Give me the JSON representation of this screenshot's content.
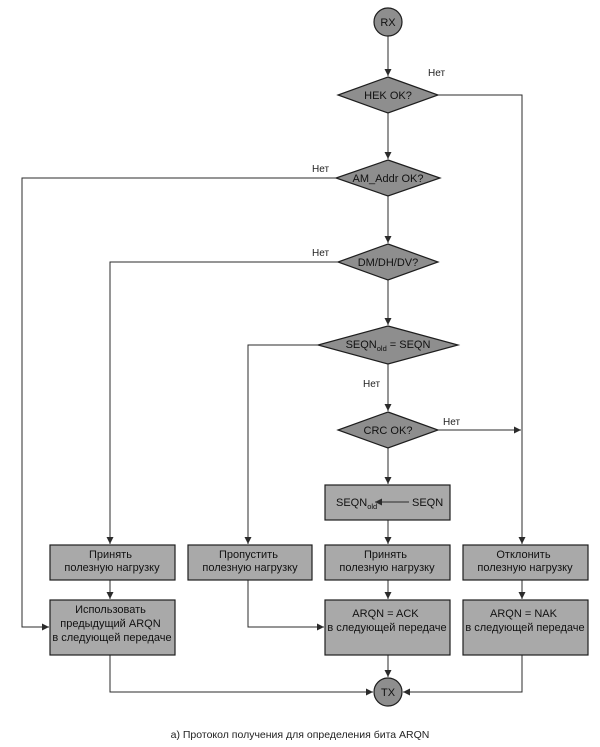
{
  "colors": {
    "background": "#ffffff",
    "diamond_fill": "#8e8e8e",
    "box_fill": "#a9a9a9",
    "terminal_fill": "#8e8e8e",
    "line": "#2b2b2b"
  },
  "start": {
    "label": "RX"
  },
  "end": {
    "label": "TX"
  },
  "decisions": {
    "hec": {
      "label": "HEK OK?",
      "no": "Нет"
    },
    "am_addr": {
      "label": "AM_Addr OK?",
      "no": "Нет"
    },
    "dm_dh_dv": {
      "label": "DM/DH/DV?",
      "no": "Нет"
    },
    "seqn": {
      "label": "SEQN",
      "sub": "old",
      "rest": "= SEQN",
      "no": "Нет"
    },
    "crc": {
      "label": "CRC OK?",
      "no": "Нет"
    }
  },
  "seqn_update": {
    "left": "SEQN",
    "sub": "old",
    "right": "SEQN"
  },
  "actions": {
    "accept_left": {
      "lines": [
        "Принять",
        "полезную нагрузку"
      ]
    },
    "skip": {
      "lines": [
        "Пропустить",
        "полезную нагрузку"
      ]
    },
    "accept_center": {
      "lines": [
        "Принять",
        "полезную нагрузку"
      ]
    },
    "reject": {
      "lines": [
        "Отклонить",
        "полезную нагрузку"
      ]
    },
    "use_previous": {
      "lines": [
        "Использовать",
        "предыдущий ARQN",
        "в следующей передаче"
      ]
    },
    "arqn_ack": {
      "lines": [
        "ARQN = ACK",
        "в следующей передаче"
      ]
    },
    "arqn_nak": {
      "lines": [
        "ARQN = NAK",
        "в следующей передаче"
      ]
    }
  },
  "caption": "а) Протокол получения для определения бита ARQN"
}
